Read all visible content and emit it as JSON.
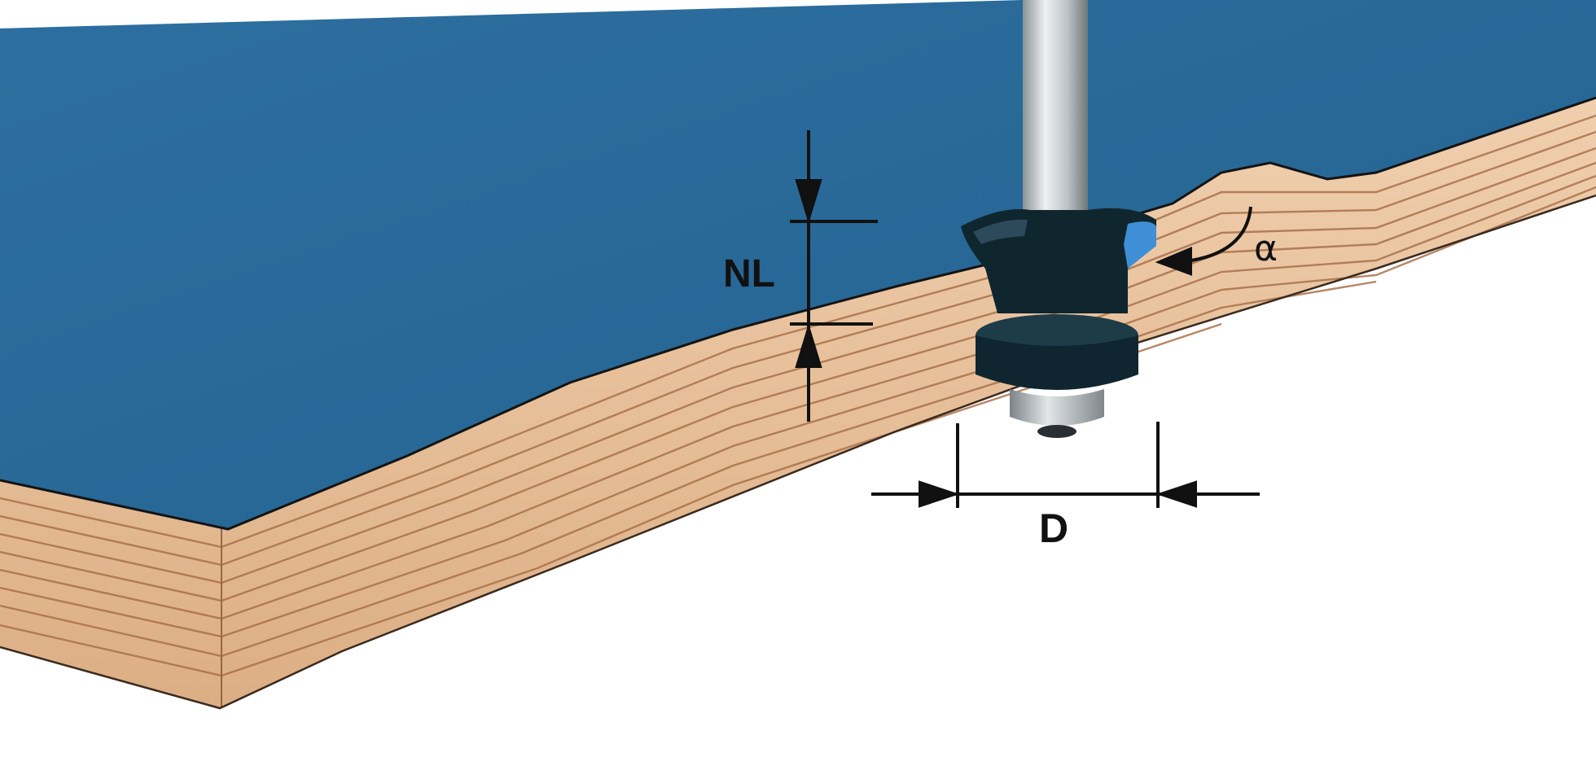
{
  "diagram": {
    "labels": {
      "nl": "NL",
      "d": "D",
      "alpha": "α"
    },
    "colors": {
      "laminate_top": "#2a6a9a",
      "laminate_top_dark": "#1f5985",
      "wood_light": "#e9c4a0",
      "wood_dark": "#b98660",
      "cutter_body": "#0f2630",
      "cutter_blade": "#3f8fd6",
      "shank": "#c9ced2",
      "bearing": "#b0b5b8",
      "dimension_lines": "#111111",
      "background": "#ffffff"
    }
  }
}
